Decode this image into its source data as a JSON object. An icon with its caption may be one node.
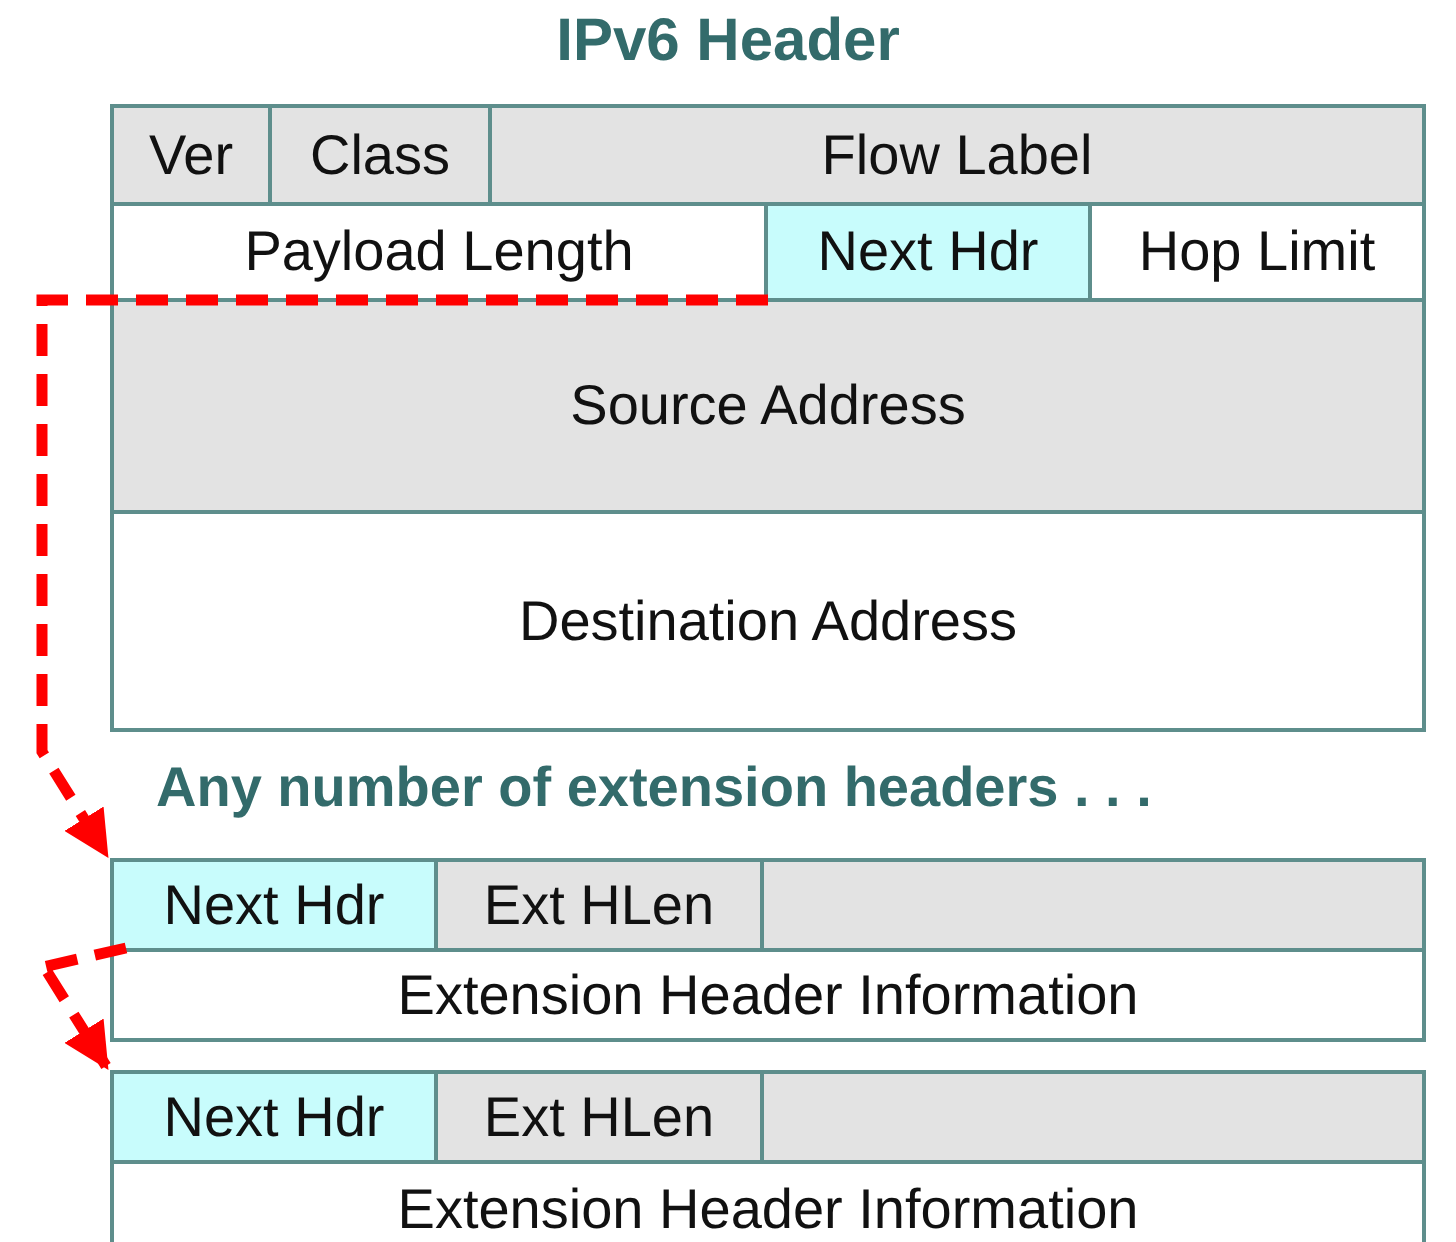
{
  "diagram": {
    "title": "IPv6 Header",
    "nodes": [
      {
        "text": [
          "Ver"
        ]
      },
      {
        "text": [
          "Class"
        ]
      },
      {
        "text": [
          "Flow Label"
        ]
      },
      {
        "text": [
          "Payload Length"
        ]
      },
      {
        "text": [
          "Next Hdr"
        ]
      },
      {
        "text": [
          "Hop Limit"
        ]
      },
      {
        "text": [
          "Source Address"
        ]
      },
      {
        "text": [
          "Destination Address"
        ]
      },
      {
        "text": [
          "Next Hdr"
        ]
      },
      {
        "text": [
          "Ext HLen"
        ]
      },
      {
        "text": [],
        "shape": "box"
      },
      {
        "text": [
          "Extension Header Information"
        ]
      },
      {
        "text": [
          "Next Hdr"
        ]
      },
      {
        "text": [
          "Ext HLen"
        ]
      },
      {
        "text": [],
        "shape": "box"
      },
      {
        "text": [
          "Extension Header Information"
        ]
      }
    ],
    "edges": [
      {
        "from": 4,
        "to": 8,
        "arrow": "to",
        "style": "dashed"
      },
      {
        "from": 8,
        "to": 12,
        "arrow": "to",
        "style": "dashed"
      }
    ],
    "labels": [
      "Any number of extension headers . . ."
    ]
  }
}
